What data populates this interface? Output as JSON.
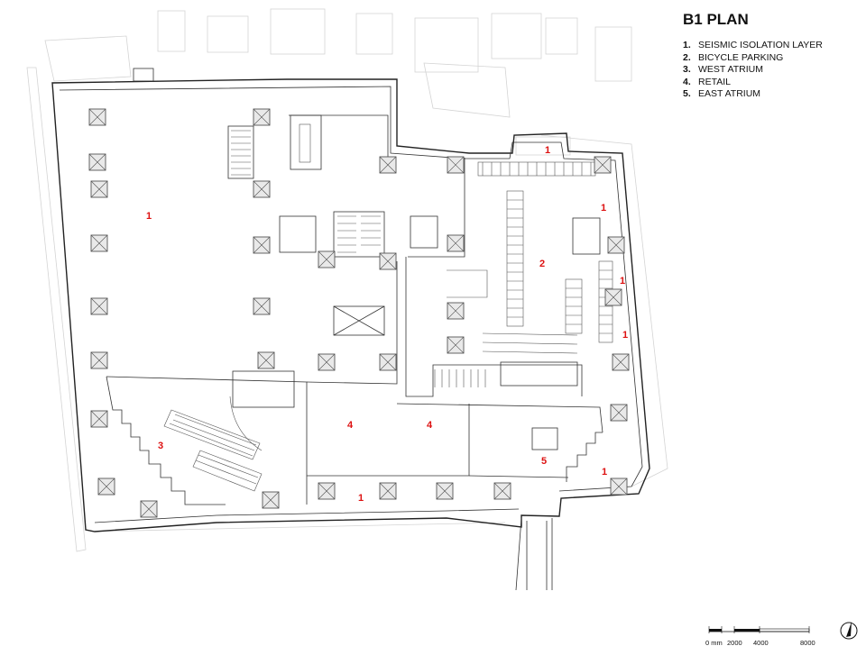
{
  "title": "B1 PLAN",
  "legend": [
    {
      "num": "1.",
      "label": "SEISMIC ISOLATION LAYER"
    },
    {
      "num": "2.",
      "label": "BICYCLE PARKING"
    },
    {
      "num": "3.",
      "label": "WEST ATRIUM"
    },
    {
      "num": "4.",
      "label": "RETAIL"
    },
    {
      "num": "5.",
      "label": "EAST ATRIUM"
    }
  ],
  "zone_labels": [
    "1",
    "1",
    "1",
    "1",
    "1",
    "1",
    "1",
    "2",
    "3",
    "4",
    "4",
    "5"
  ],
  "scale_bar": {
    "ticks": [
      "0 mm",
      "2000",
      "4000",
      "8000"
    ]
  },
  "colors": {
    "zone_label": "#dd1111",
    "wall": "#222222",
    "context": "#d4d4d4",
    "column": "#555555"
  },
  "north_arrow": "north-arrow-icon"
}
